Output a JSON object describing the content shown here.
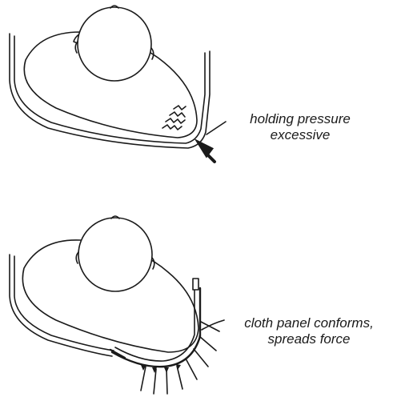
{
  "annotations": {
    "top": {
      "line1": "holding pressure",
      "line2": "excessive"
    },
    "bottom": {
      "line1": "cloth panel conforms,",
      "line2": "spreads force"
    }
  },
  "colors": {
    "ink": "#1a1a1a",
    "background": "#ffffff"
  }
}
